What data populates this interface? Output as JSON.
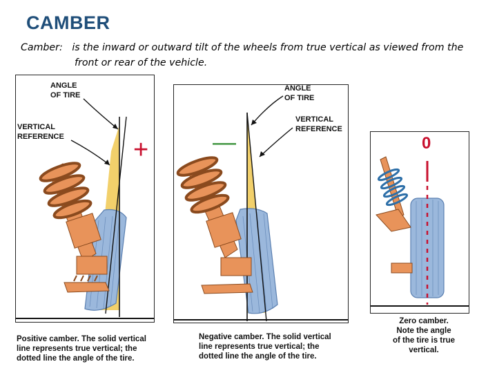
{
  "title": "CAMBER",
  "definition": {
    "term": "Camber:",
    "text_line1": "is the inward or outward tilt of the wheels from true vertical as viewed from the",
    "text_line2": "front or rear of the vehicle."
  },
  "panels": [
    {
      "label_angle_line1": "ANGLE",
      "label_angle_line2": "OF TIRE",
      "label_vertical_line1": "VERTICAL",
      "label_vertical_line2": "REFERENCE",
      "sign": "+",
      "sign_color": "#c8102e",
      "caption_line1": "Positive camber. The solid vertical",
      "caption_line2": "line represents true vertical; the",
      "caption_line3": "dotted line the angle of the tire."
    },
    {
      "label_angle_line1": "ANGLE",
      "label_angle_line2": "OF TIRE",
      "label_vertical_line1": "VERTICAL",
      "label_vertical_line2": "REFERENCE",
      "sign": "—",
      "sign_color": "#2e8b2e",
      "caption_line1": "Negative camber. The solid vertical",
      "caption_line2": "line represents true vertical; the",
      "caption_line3": "dotted line the angle of the tire."
    },
    {
      "sign": "0",
      "sign_color": "#c8102e",
      "caption_line1": "Zero camber.",
      "caption_line2": "Note the angle",
      "caption_line3": "of the tire is true",
      "caption_line4": "vertical."
    }
  ],
  "colors": {
    "title": "#1f4e79",
    "tire": "#9bb8dc",
    "strut": "#e8935a",
    "angle_fill": "#f2d06b"
  }
}
